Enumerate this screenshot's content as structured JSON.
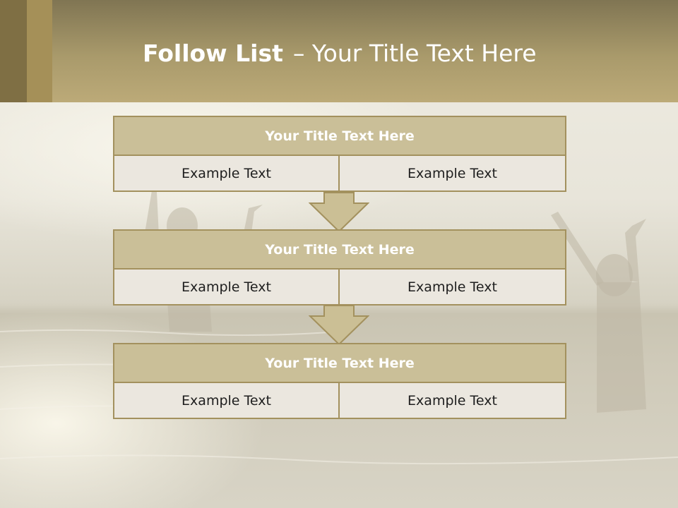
{
  "slide": {
    "title_bold": "Follow List",
    "title_rest": "– Your Title Text Here"
  },
  "blocks": [
    {
      "title": "Your Title Text Here",
      "left": "Example Text",
      "right": "Example Text"
    },
    {
      "title": "Your Title Text Here",
      "left": "Example Text",
      "right": "Example Text"
    },
    {
      "title": "Your Title Text Here",
      "left": "Example Text",
      "right": "Example Text"
    }
  ],
  "colors": {
    "header": "#a99a6b",
    "accent_dark": "#7f6f44",
    "border": "#a3915e",
    "block_head": "#cabf98",
    "block_cell": "#ebe7df",
    "arrow_fill": "#cbbf95"
  }
}
